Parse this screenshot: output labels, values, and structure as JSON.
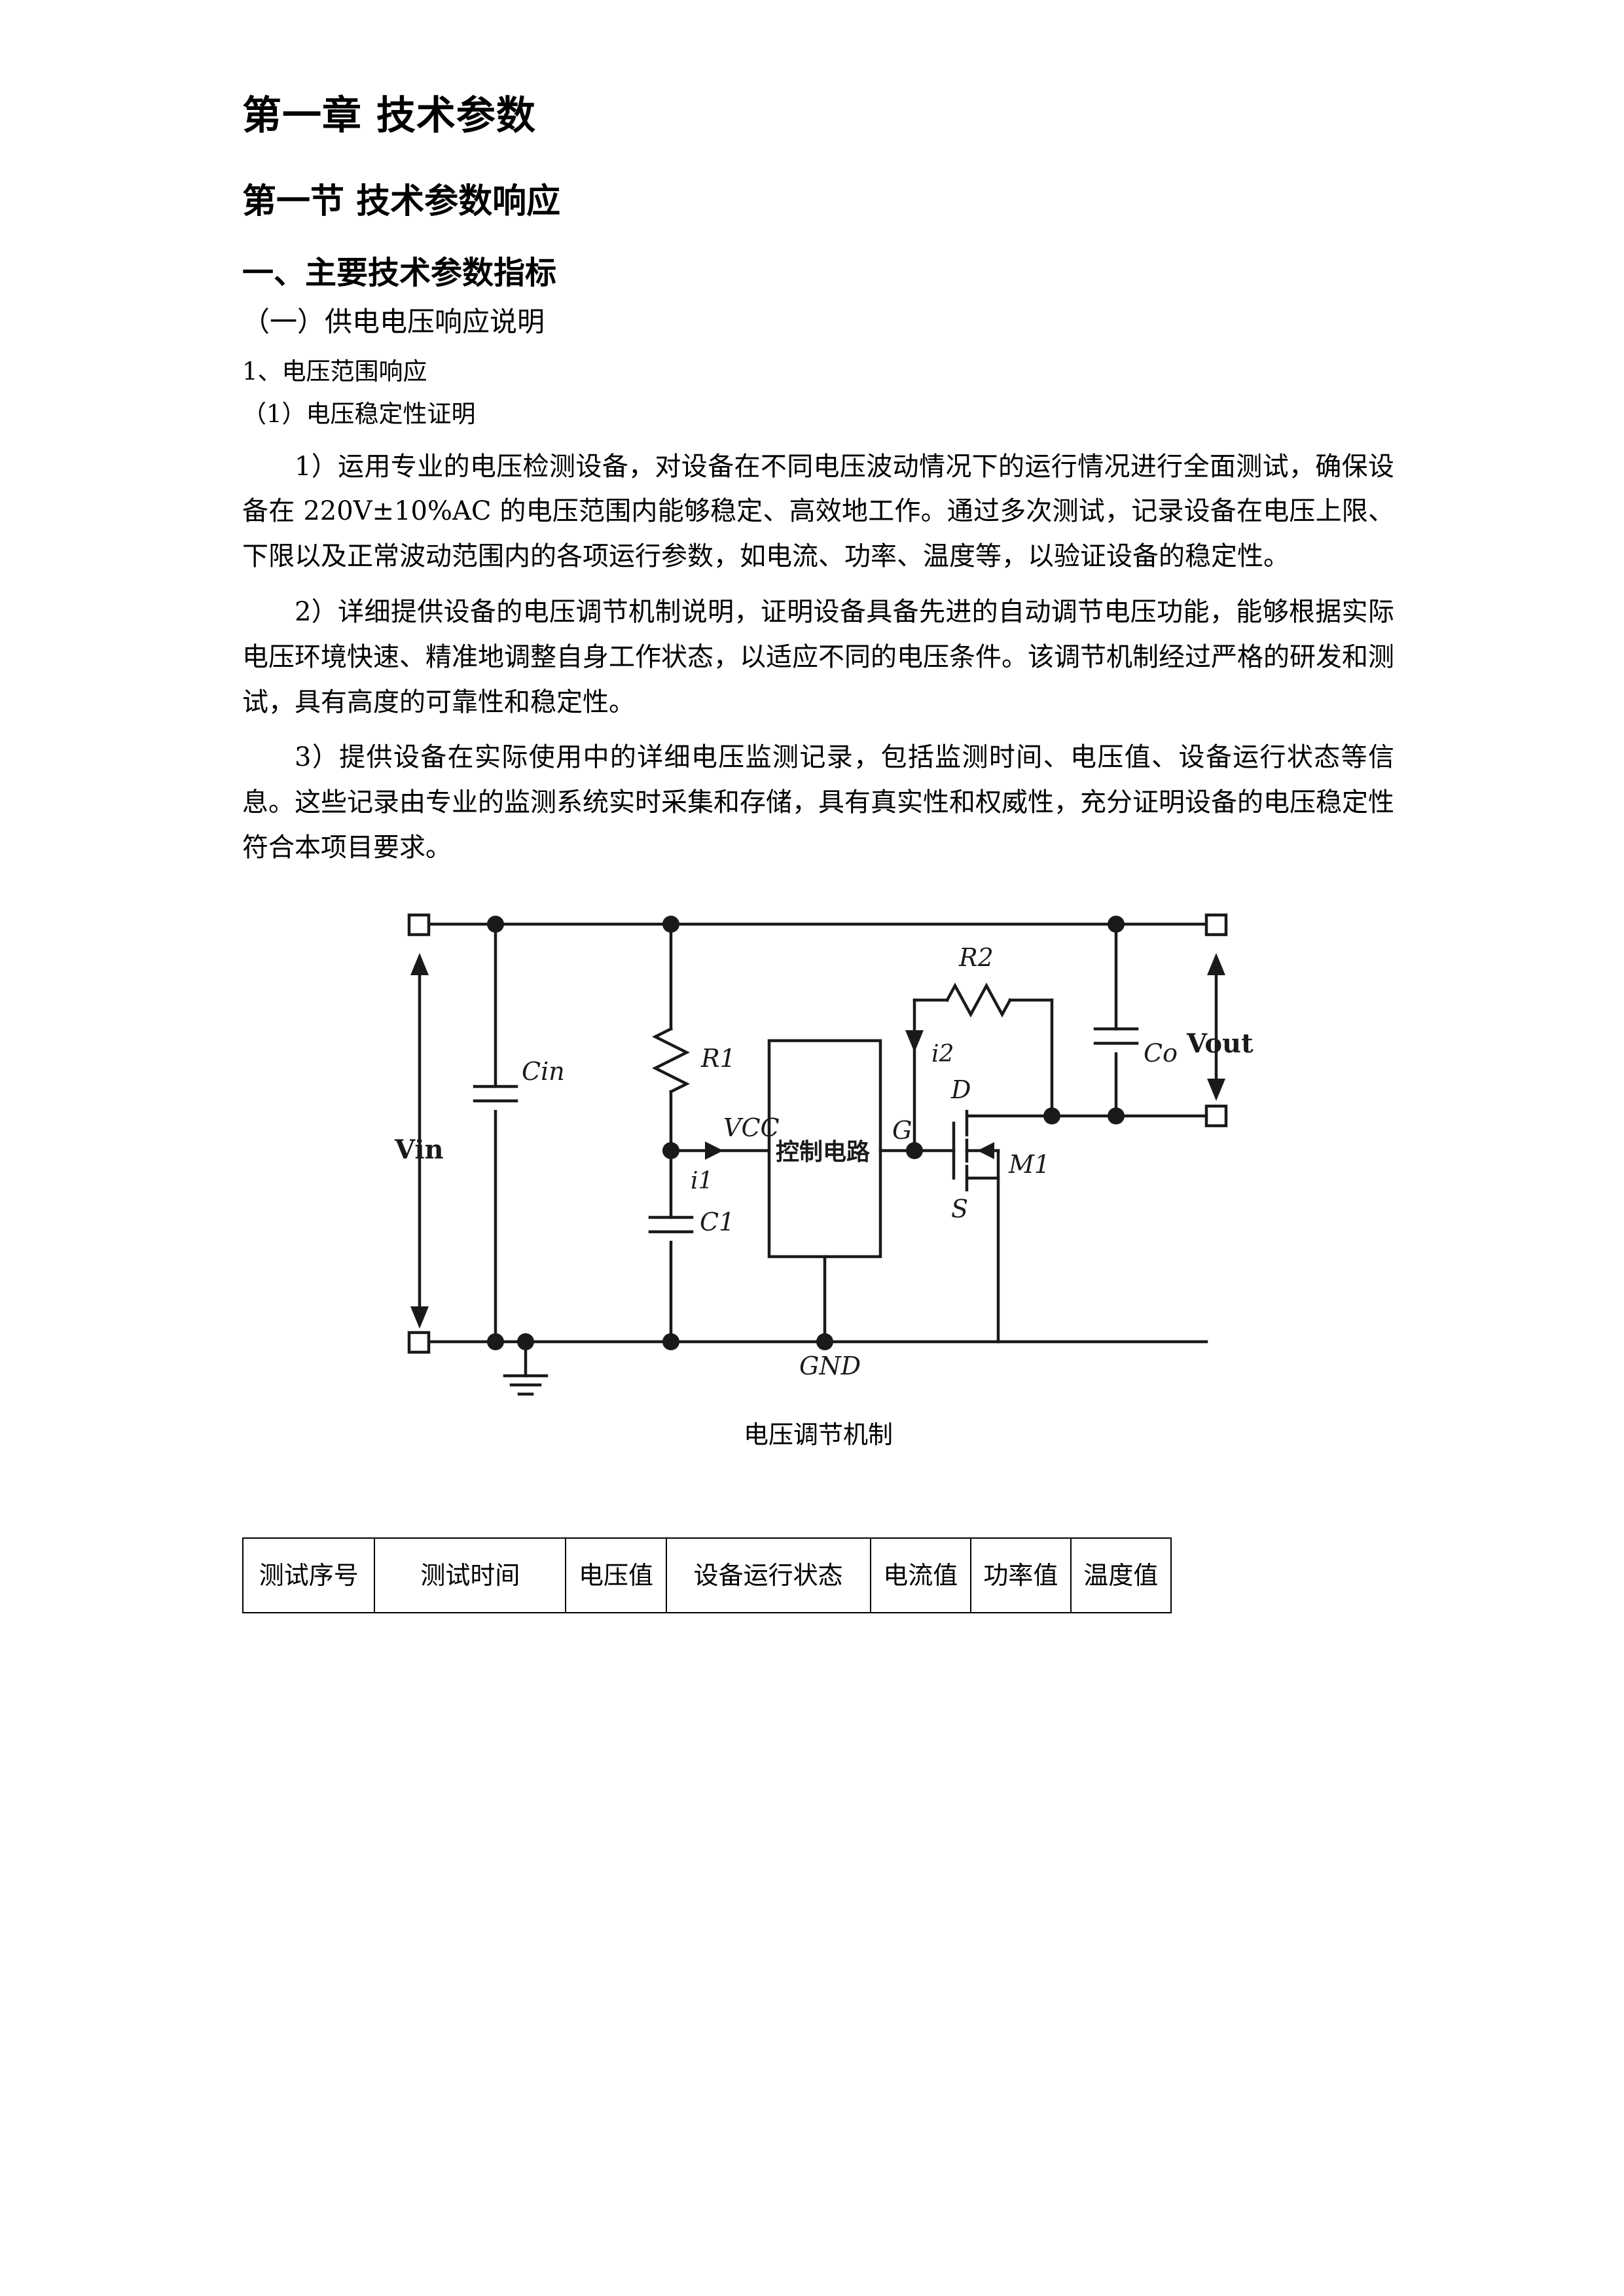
{
  "document": {
    "chapter_heading": "第一章  技术参数",
    "section_heading": "第一节  技术参数响应",
    "item_heading": "一、主要技术参数指标",
    "sub_heading_a": "（一）供电电压响应说明",
    "sub_heading_b1": "1、电压范围响应",
    "sub_heading_b2": "（1）电压稳定性证明",
    "paragraphs": [
      "1）运用专业的电压检测设备，对设备在不同电压波动情况下的运行情况进行全面测试，确保设备在 220V±10%AC 的电压范围内能够稳定、高效地工作。通过多次测试，记录设备在电压上限、下限以及正常波动范围内的各项运行参数，如电流、功率、温度等，以验证设备的稳定性。",
      "2）详细提供设备的电压调节机制说明，证明设备具备先进的自动调节电压功能，能够根据实际电压环境快速、精准地调整自身工作状态，以适应不同的电压条件。该调节机制经过严格的研发和测试，具有高度的可靠性和稳定性。",
      "3）提供设备在实际使用中的详细电压监测记录，包括监测时间、电压值、设备运行状态等信息。这些记录由专业的监测系统实时采集和存储，具有真实性和权威性，充分证明设备的电压稳定性符合本项目要求。"
    ]
  },
  "figure": {
    "caption": "电压调节机制",
    "labels": {
      "vin": "Vin",
      "vout": "Vout",
      "cin": "Cin",
      "co": "Co",
      "c1": "C1",
      "r1": "R1",
      "r2": "R2",
      "i1": "i1",
      "i2": "i2",
      "vcc": "VCC",
      "gnd": "GND",
      "gate": "G",
      "drain": "D",
      "source": "S",
      "mosfet": "M1",
      "control_block": "控制电路"
    }
  },
  "table": {
    "headers": [
      "测试序号",
      "测试时间",
      "电压值",
      "设备运行状态",
      "电流值",
      "功率值",
      "温度值"
    ]
  }
}
